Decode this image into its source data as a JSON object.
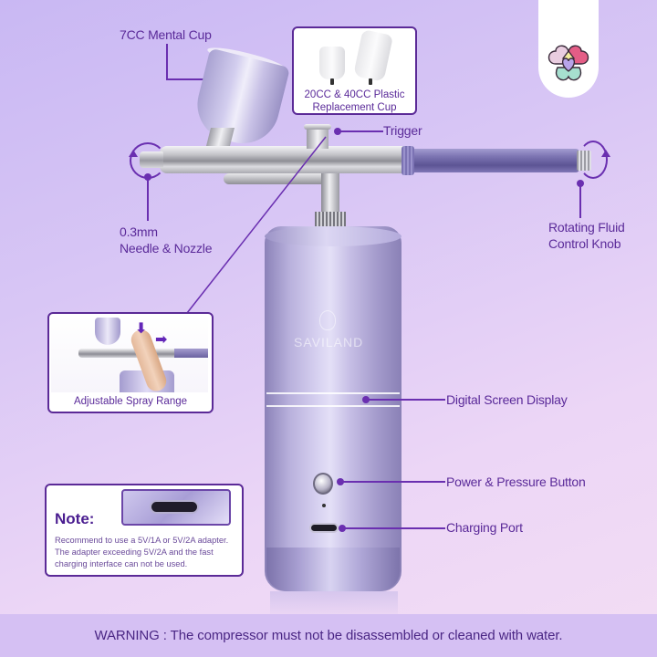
{
  "product": {
    "brand": "SAVILAND",
    "type": "Cordless airbrush with compressor"
  },
  "colors": {
    "accent": "#6a2fb0",
    "label_text": "#5a2a99",
    "background_top": "#c9b8f3",
    "background_bottom": "#f3ddf4",
    "warning_bar": "#d5c0f3",
    "card_border": "#5b2a97"
  },
  "logo": {
    "icon": "clover-heart-logo-icon"
  },
  "callouts": {
    "metal_cup": "7CC Mental Cup",
    "plastic_cup_line1": "20CC & 40CC Plastic",
    "plastic_cup_line2": "Replacement Cup",
    "trigger": "Trigger",
    "needle_line1": "0.3mm",
    "needle_line2": "Needle & Nozzle",
    "fluid_knob_line1": "Rotating Fluid",
    "fluid_knob_line2": "Control Knob",
    "spray_range": "Adjustable Spray Range",
    "screen_display": "Digital Screen Display",
    "power_button": "Power & Pressure Button",
    "charging_port": "Charging Port"
  },
  "note": {
    "title": "Note:",
    "body": "Recommend to use a 5V/1A or 5V/2A adapter. The adapter exceeding 5V/2A and the fast charging interface can not be used."
  },
  "warning": {
    "text": "WARNING :  The compressor must not be disassembled or cleaned with water."
  }
}
